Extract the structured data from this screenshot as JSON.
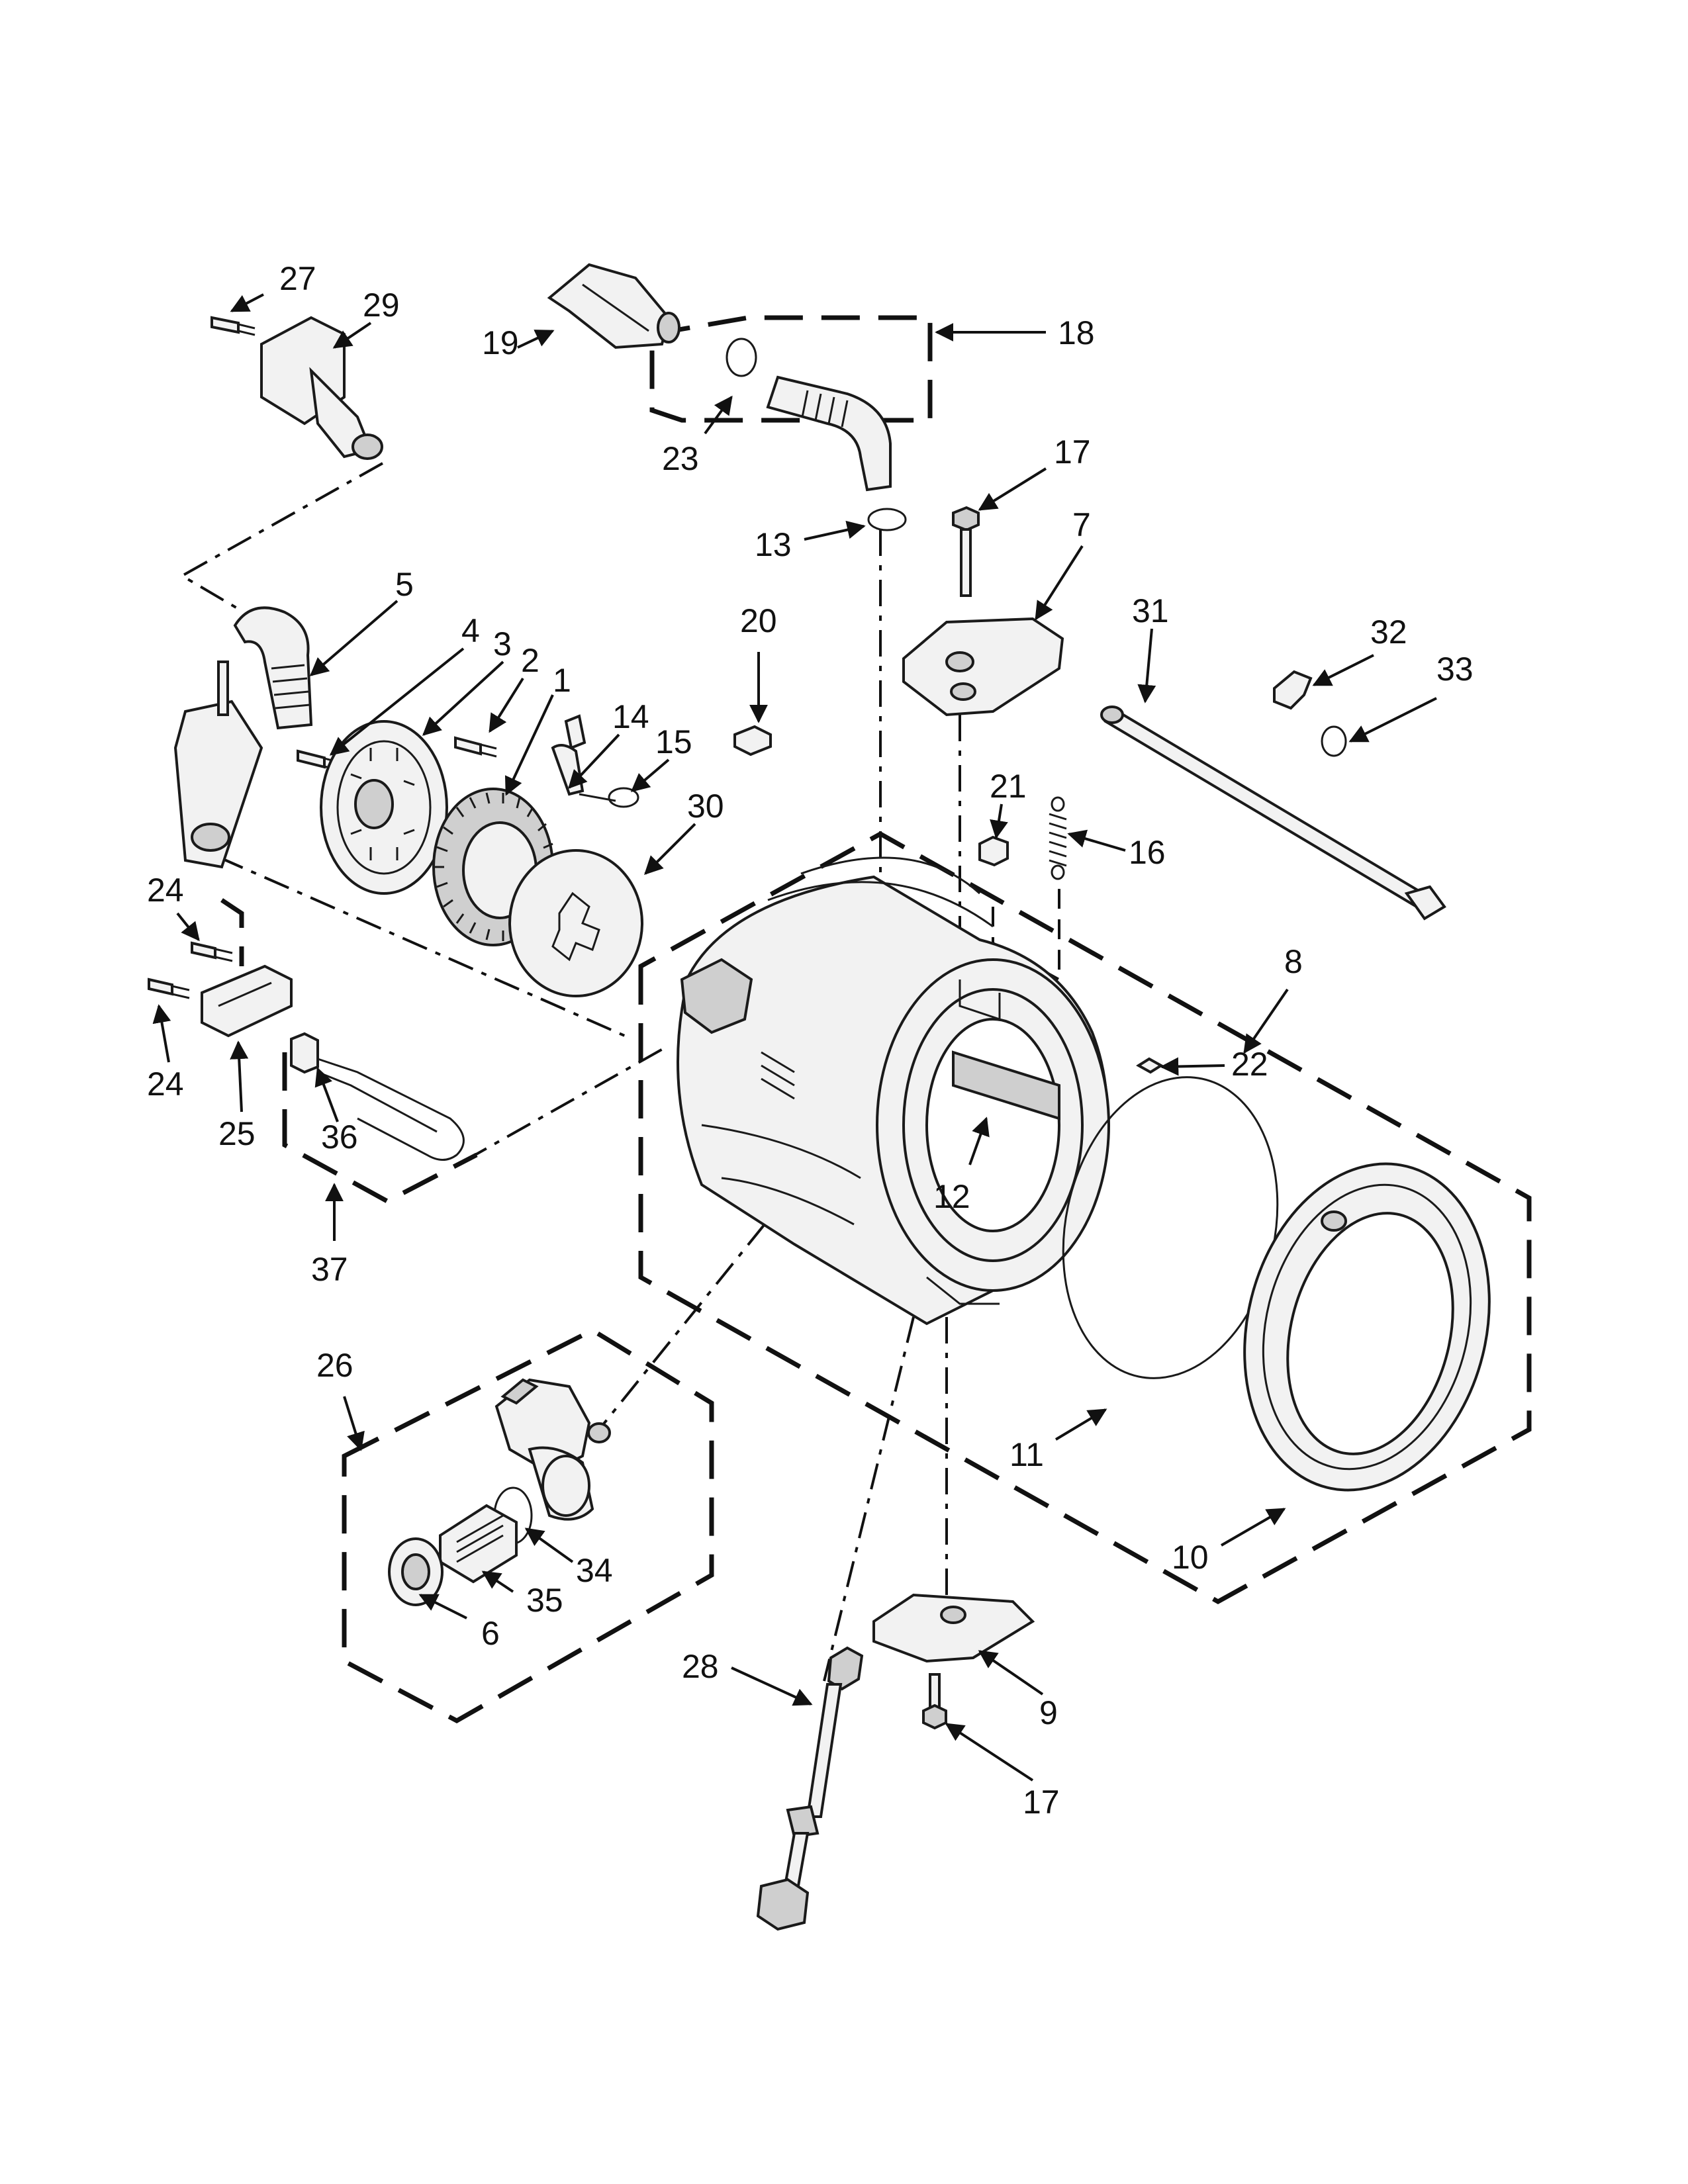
{
  "diagram": {
    "labels": {
      "l1": "1",
      "l2": "2",
      "l3": "3",
      "l4": "4",
      "l5": "5",
      "l6": "6",
      "l7": "7",
      "l8": "8",
      "l9": "9",
      "l10": "10",
      "l11": "11",
      "l12": "12",
      "l13": "13",
      "l14": "14",
      "l15": "15",
      "l16": "16",
      "l17a": "17",
      "l17b": "17",
      "l18": "18",
      "l19": "19",
      "l20": "20",
      "l21": "21",
      "l22": "22",
      "l23": "23",
      "l24a": "24",
      "l24b": "24",
      "l25": "25",
      "l26": "26",
      "l27": "27",
      "l28": "28",
      "l29": "29",
      "l30": "30",
      "l31": "31",
      "l32": "32",
      "l33": "33",
      "l34": "34",
      "l35": "35",
      "l36": "36",
      "l37": "37"
    }
  }
}
